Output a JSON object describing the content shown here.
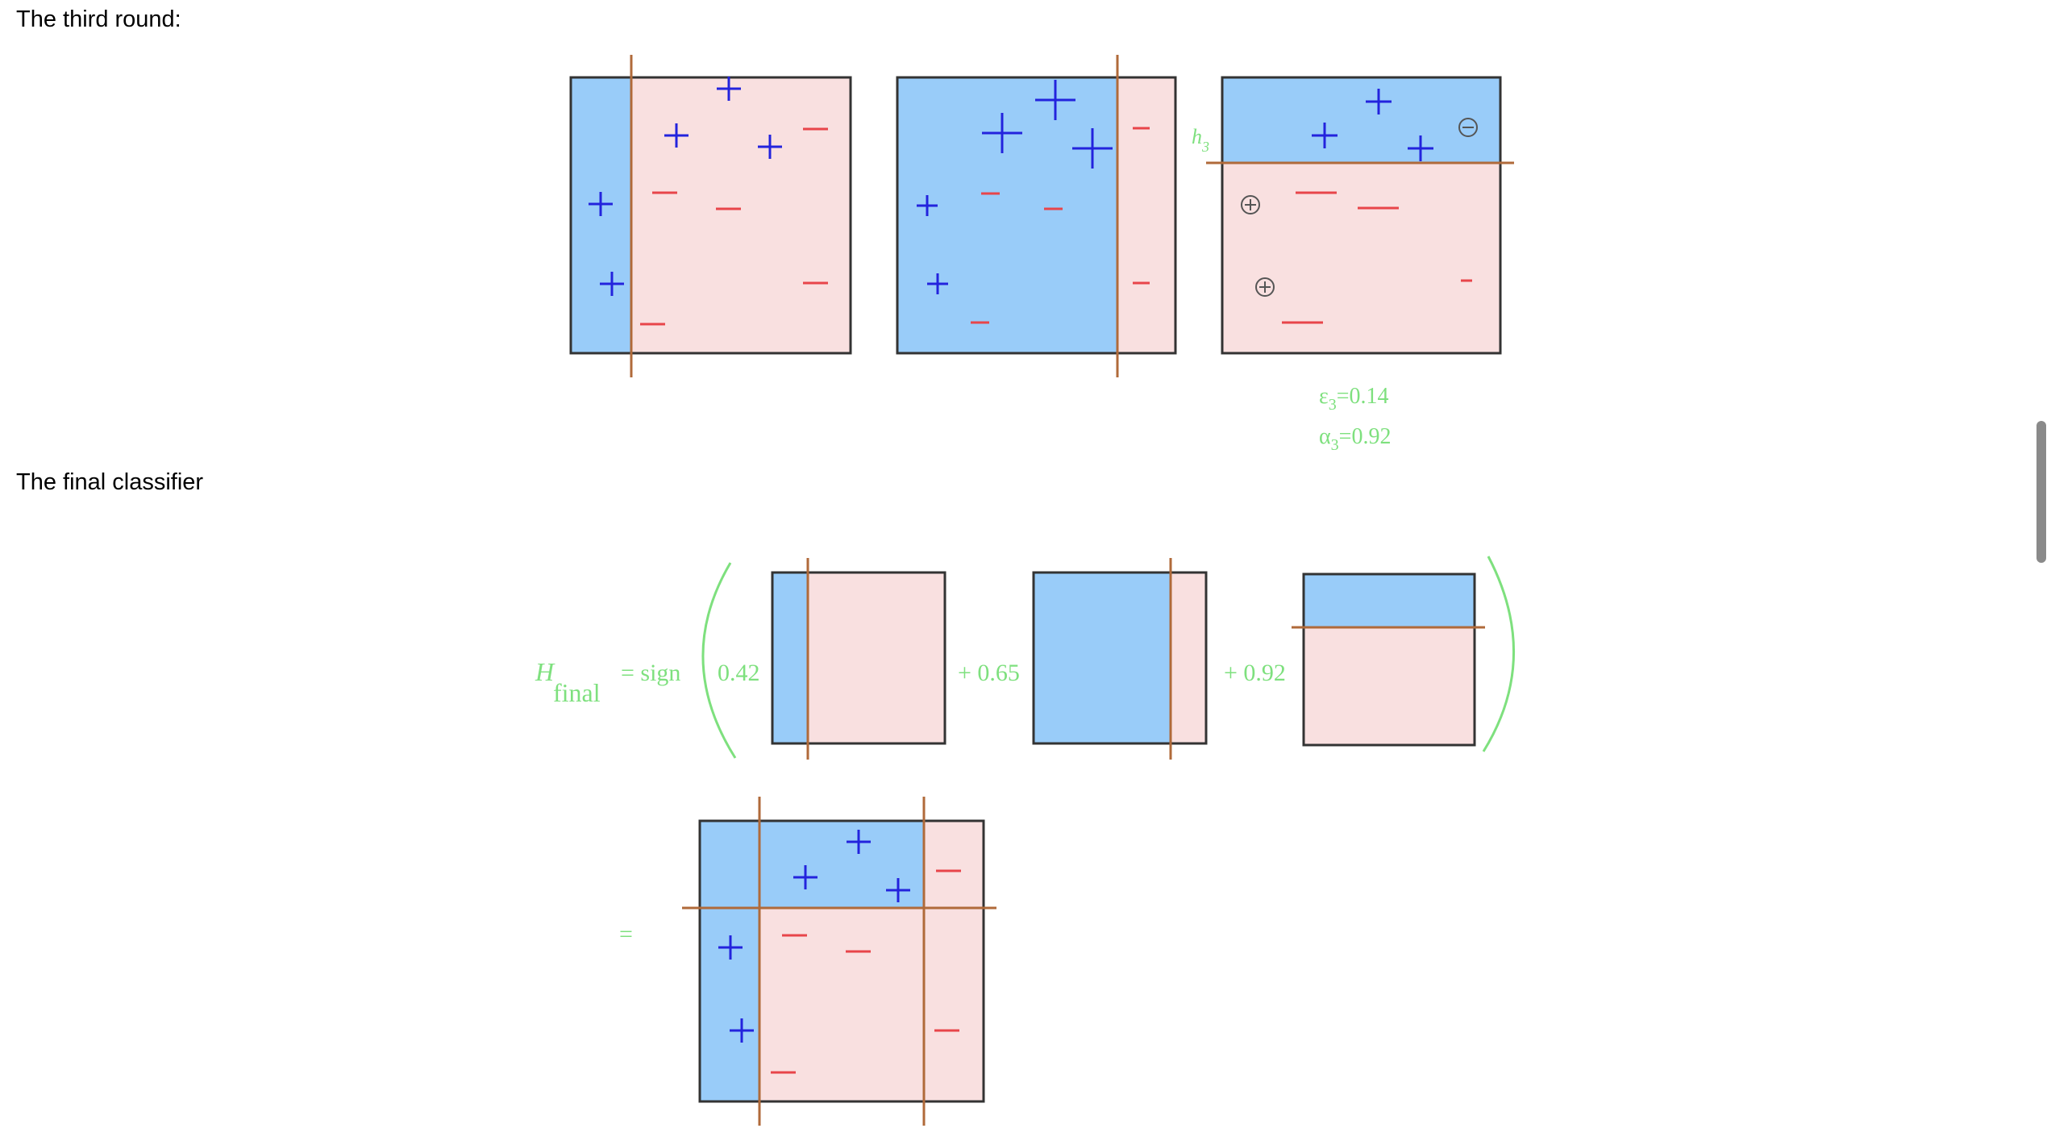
{
  "headings": {
    "third_round": "The third round:",
    "final_classifier": "The final classifier"
  },
  "round3": {
    "hypothesis_label": "h",
    "hypothesis_sub": "3",
    "epsilon": "ε",
    "epsilon_sub": "3",
    "epsilon_value": "=0.14",
    "alpha": "α",
    "alpha_sub": "3",
    "alpha_value": "=0.92"
  },
  "final": {
    "H": "H",
    "H_sub": "final",
    "eq_sign": "= sign",
    "w1": "0.42",
    "w2": "+ 0.65",
    "w3": "+ 0.92",
    "result_eq": "="
  },
  "symbols": {
    "plus": "+",
    "minus": "−"
  },
  "colors": {
    "positive_region": "#99ccf9",
    "negative_region": "#f9e0e0",
    "plus": "#2323dd",
    "minus": "#e8454a",
    "decision_line": "#b06a3a",
    "annotation_green": "#7ee07e",
    "frame": "#333333"
  }
}
